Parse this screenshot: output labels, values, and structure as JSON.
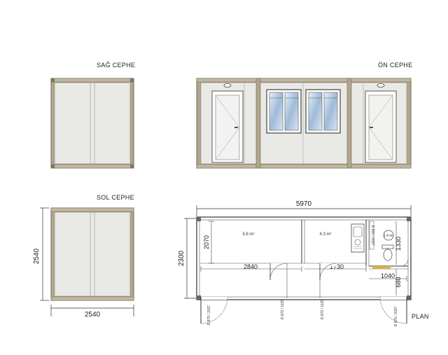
{
  "views": {
    "right": "SAĞ CEPHE",
    "front": "ÖN CEPHE",
    "left": "SOL CEPHE",
    "plan": "PLAN"
  },
  "dims": {
    "total_length": "5970",
    "side_height": "2540",
    "side_width": "2540",
    "plan_width": "2300",
    "room_depth": "2070",
    "room1_length": "2840",
    "room2_length": "1730",
    "wc_length": "1040",
    "wc_depth": "1330",
    "corridor_depth": "680"
  },
  "rooms": {
    "room1_area": "5.8 m²",
    "room2_area": "4.3 m²",
    "wc_area": "1.4 m²"
  },
  "doors": {
    "outer_left": "D 875 / 2027",
    "inner1": "D 875 / 1135",
    "inner2": "D 875 / 1135",
    "outer_right": "D 875 / 2027",
    "wc": "D 600 / 2027"
  },
  "colors": {
    "frame": "#b3a58c",
    "panel": "#e9e9e6",
    "glass": "#a9c4de"
  }
}
